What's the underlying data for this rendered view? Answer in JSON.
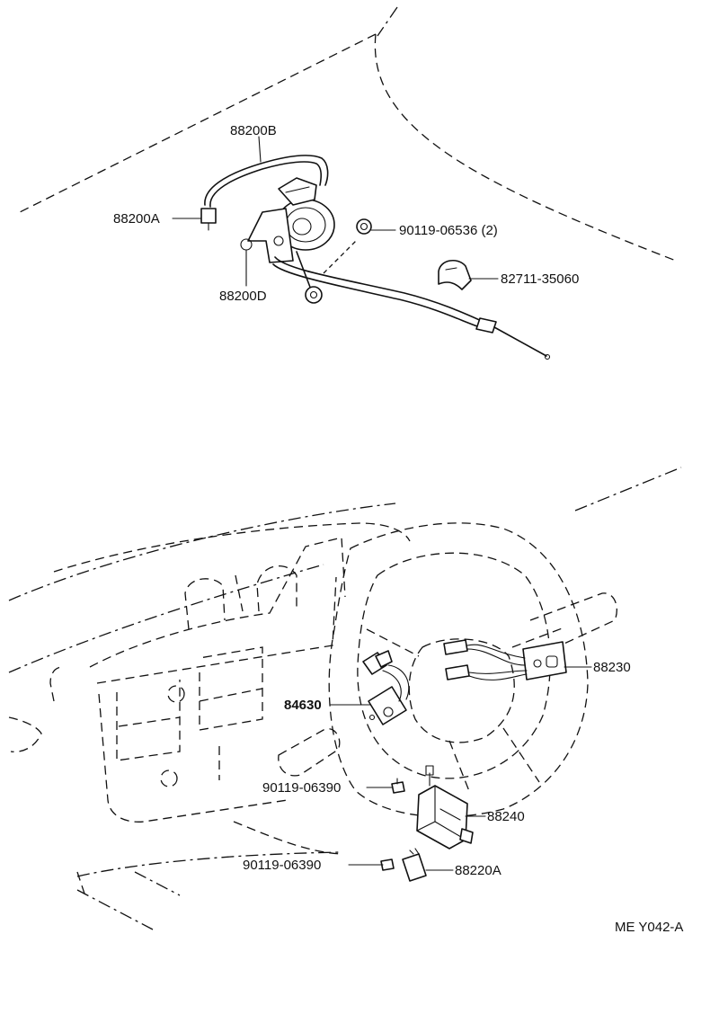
{
  "labels": {
    "p88200B": "88200B",
    "p88200A": "88200A",
    "p88200D": "88200D",
    "p90119_06536": "90119-06536 (2)",
    "p82711_35060": "82711-35060",
    "p88230": "88230",
    "p84630": "84630",
    "p90119_06390_a": "90119-06390",
    "p88240": "88240",
    "p90119_06390_b": "90119-06390",
    "p88220A": "88220A"
  },
  "ref_code": "ME Y042-A"
}
